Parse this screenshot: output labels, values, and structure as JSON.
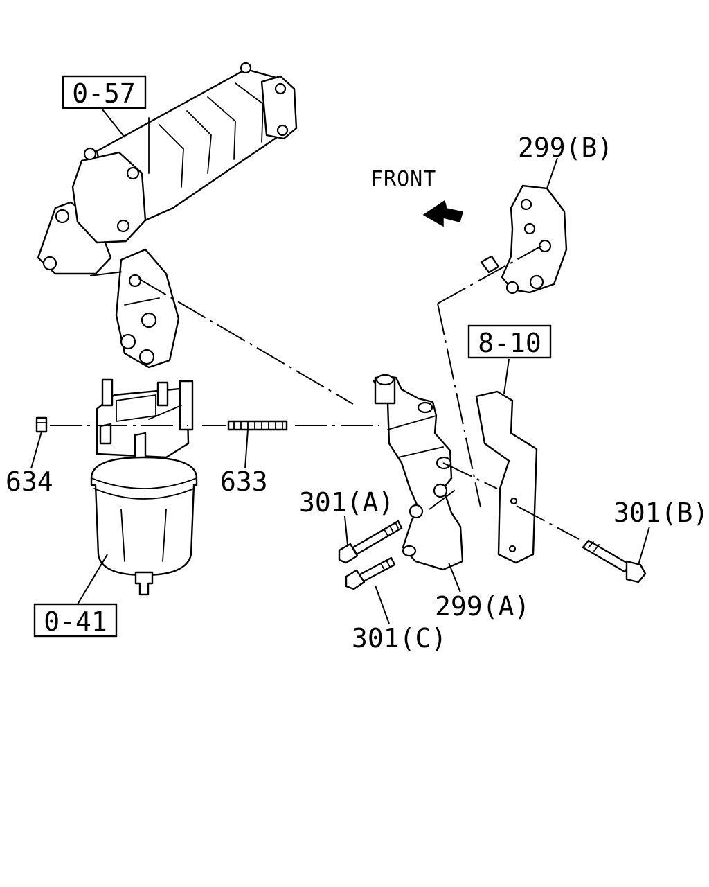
{
  "direction_label": "FRONT",
  "ref_boxes": {
    "exhaust_manifold": "0-57",
    "fuel_filter": "0-41",
    "bracket_ref": "8-10"
  },
  "parts": {
    "bracket_upper": "299(B)",
    "bracket_lower": "299(A)",
    "bolt_a": "301(A)",
    "bolt_b": "301(B)",
    "bolt_c": "301(C)",
    "washer": "633",
    "clip": "634"
  }
}
